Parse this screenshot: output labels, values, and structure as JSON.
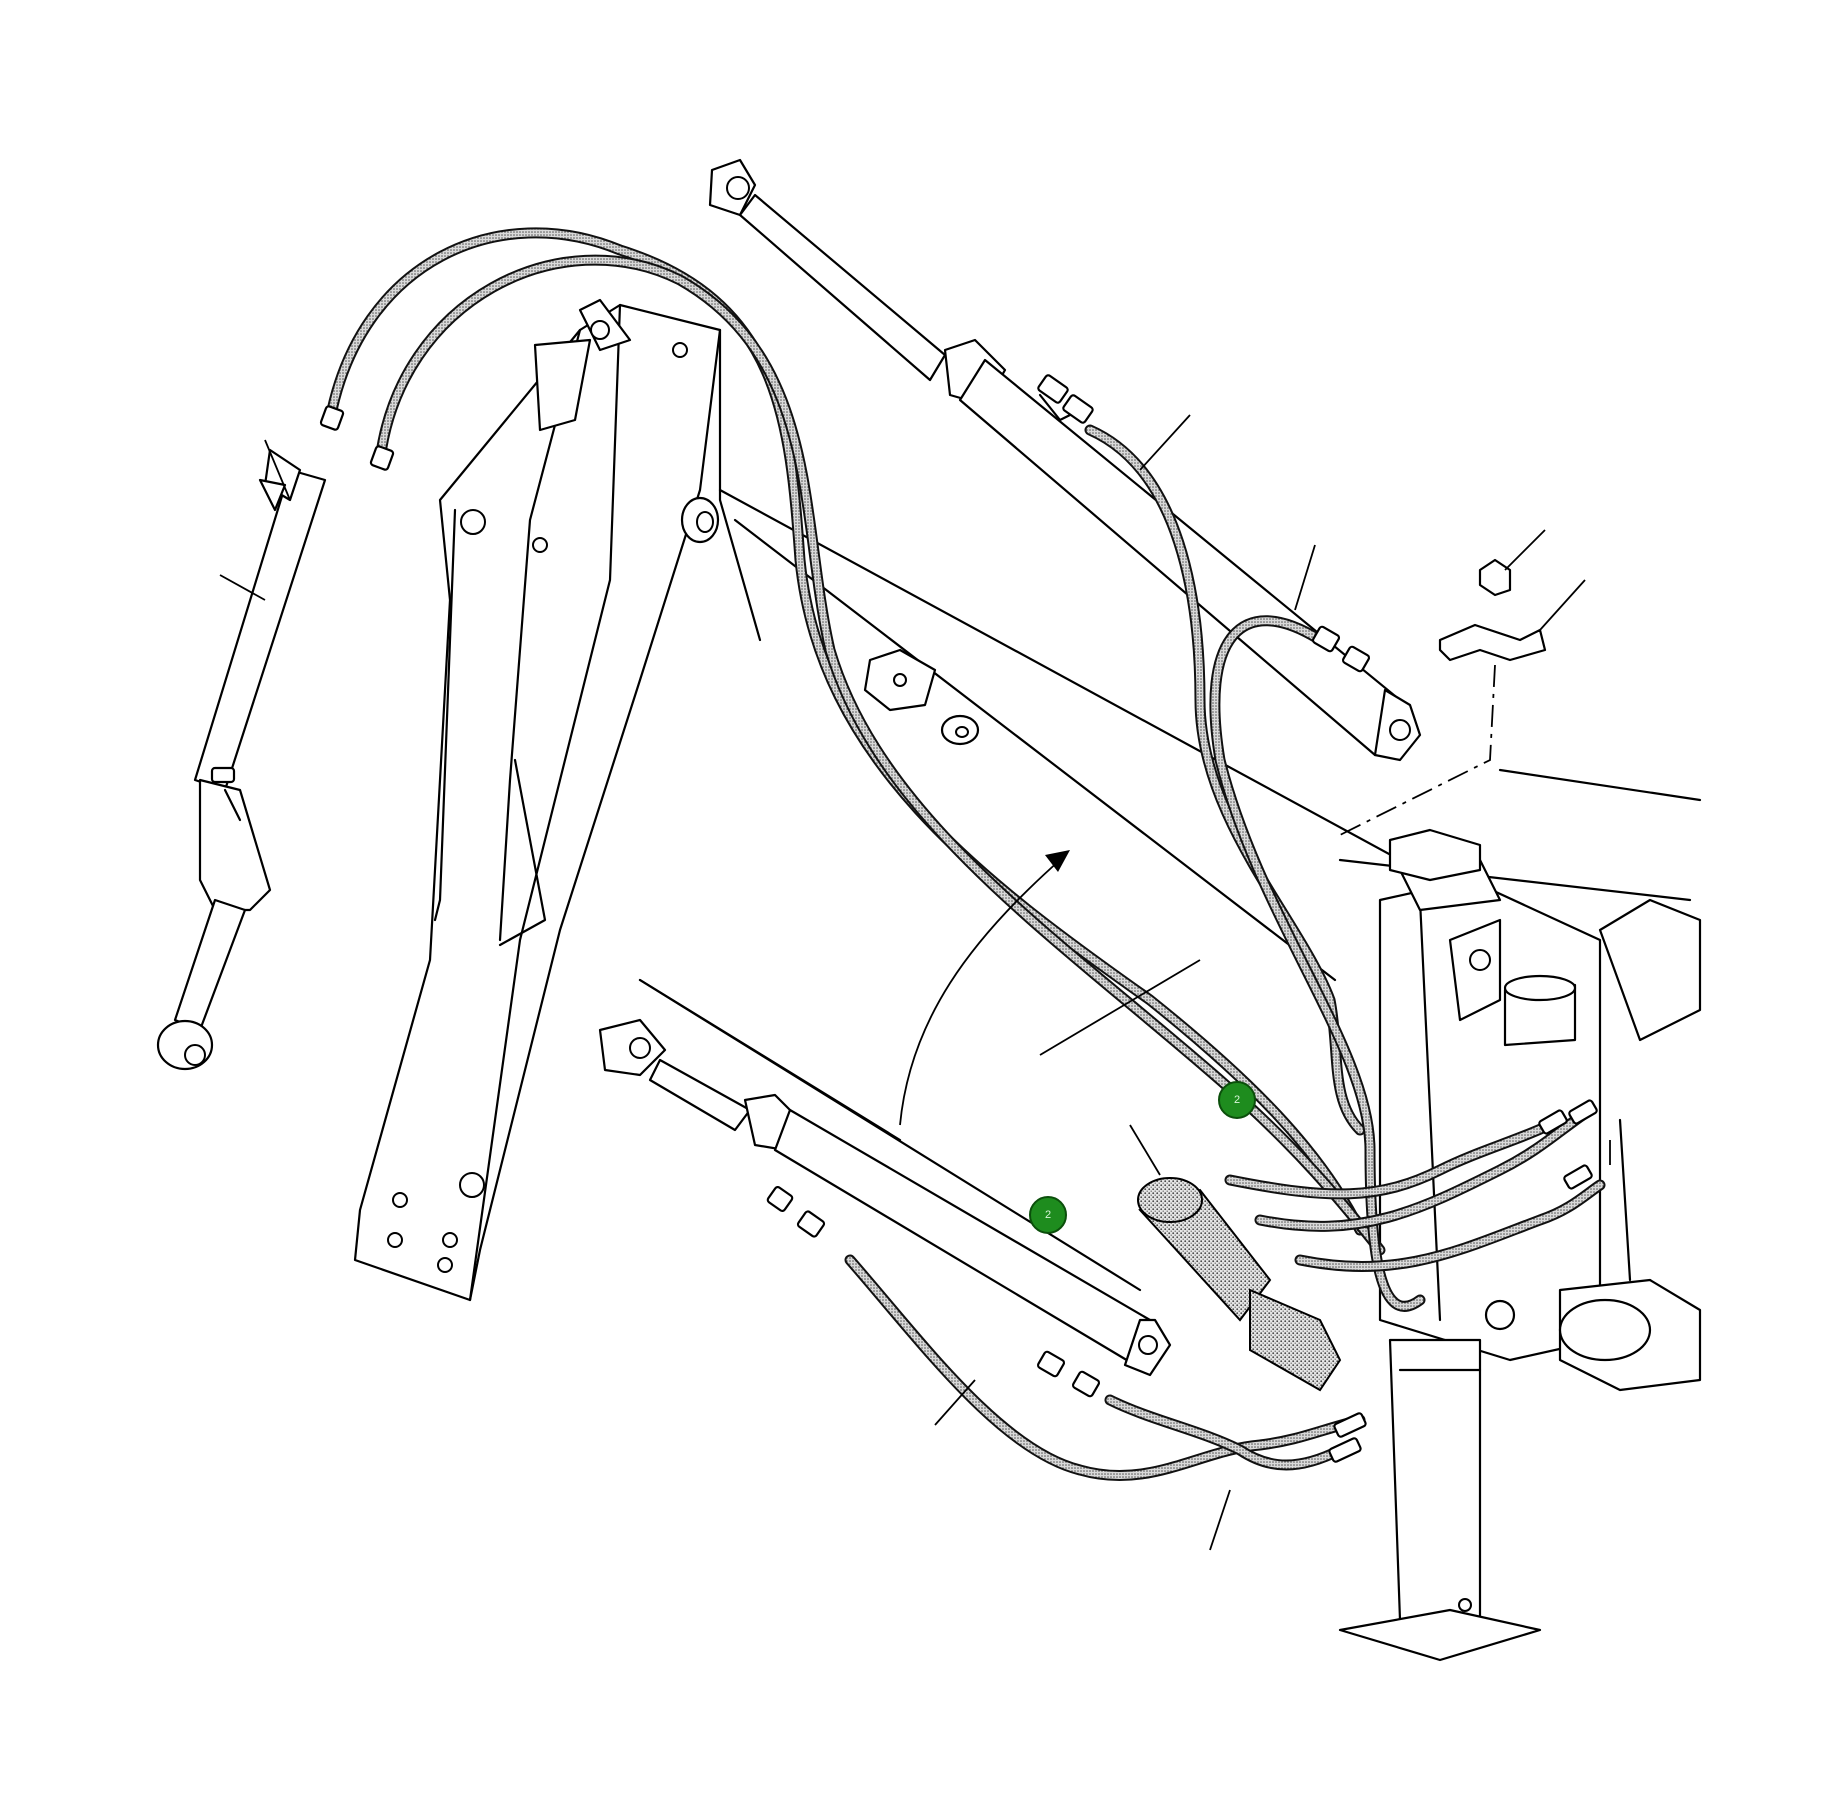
{
  "diagram": {
    "callout_markers": [
      {
        "id": "marker-a",
        "label": "2",
        "color": "#1e8c1e"
      },
      {
        "id": "marker-b",
        "label": "2",
        "color": "#1e8c1e"
      }
    ],
    "leader_count": 11,
    "hose_color": "#9a9a9a",
    "line_color": "#000000"
  }
}
